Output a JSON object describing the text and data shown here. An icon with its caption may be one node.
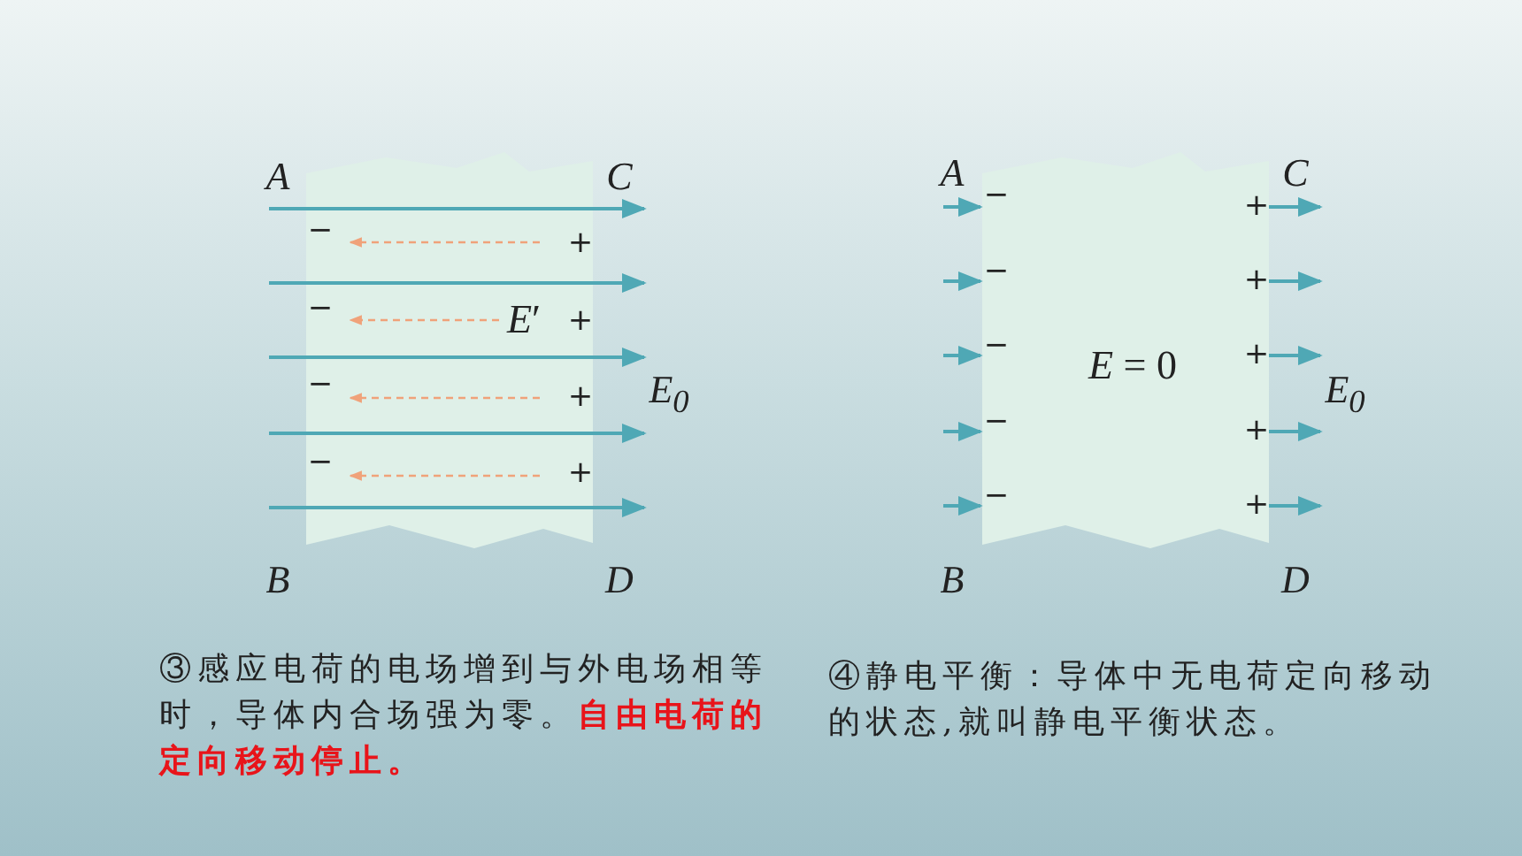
{
  "diagram": {
    "nodes": [
      {
        "text": [
          "*E*′"
        ]
      },
      {
        "text": [
          "*E* = 0"
        ]
      }
    ],
    "edges": [],
    "labels": [
      "A",
      "C",
      "−",
      "+",
      "−",
      "+",
      "−",
      "+",
      "−",
      "+",
      "*E*$_{0}$",
      "B",
      "D",
      "A",
      "C",
      "−",
      "+",
      "−",
      "+",
      "−",
      "+",
      "−",
      "+",
      "−",
      "+",
      "*E*$_{0}$",
      "B",
      "D",
      "③感应电荷的电场增到与外电场相等时，导体内合场强为零。**自由电荷的定向移动停止。**",
      "④静电平衡：导体中无电荷定向移动的状态,就叫静电平衡状态。"
    ]
  }
}
